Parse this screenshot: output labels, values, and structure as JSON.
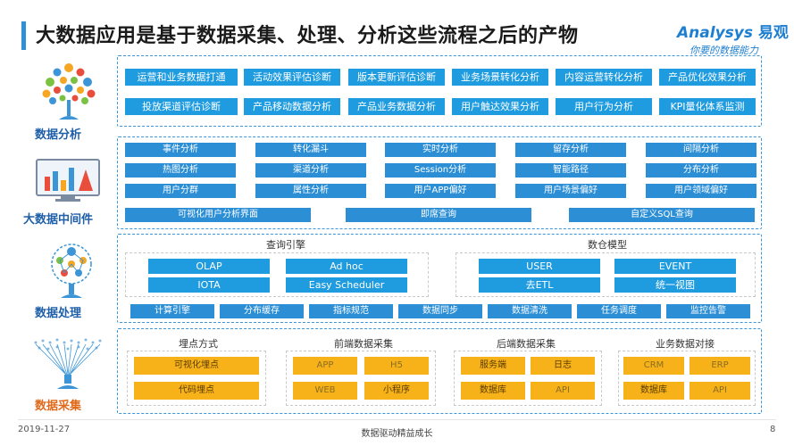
{
  "title": "大数据应用是基于数据采集、处理、分析这些流程之后的产物",
  "logo": {
    "main": "nalysys",
    "letter": "A",
    "cn": "易观",
    "sub": "你要的数据能力"
  },
  "colors": {
    "blue": "#2c8fd6",
    "light_blue": "#1f9be0",
    "yellow": "#f7b21a",
    "border": "#3b95d6"
  },
  "sections": {
    "analysis": {
      "label": "数据分析",
      "icon": "tree-network-icon",
      "rows": [
        [
          "运营和业务数据打通",
          "活动效果评估诊断",
          "版本更新评估诊断",
          "业务场景转化分析",
          "内容运营转化分析",
          "产品优化效果分析"
        ],
        [
          "投放渠道评估诊断",
          "产品移动数据分析",
          "产品业务数据分析",
          "用户触达效果分析",
          "用户行为分析",
          "KPI量化体系监测"
        ]
      ]
    },
    "middleware": {
      "label": "大数据中间件",
      "icon": "monitor-chart-icon",
      "rows": [
        [
          "事件分析",
          "转化漏斗",
          "实时分析",
          "留存分析",
          "间隔分析"
        ],
        [
          "热图分析",
          "渠道分析",
          "Session分析",
          "智能路径",
          "分布分析"
        ],
        [
          "用户分群",
          "属性分析",
          "用户APP偏好",
          "用户场景偏好",
          "用户领域偏好"
        ]
      ],
      "wide": [
        "可视化用户分析界面",
        "即席查询",
        "自定义SQL查询"
      ]
    },
    "processing": {
      "label": "数据处理",
      "icon": "head-network-icon",
      "query_engine": {
        "title": "查询引擎",
        "boxes": [
          "OLAP",
          "Ad hoc",
          "IOTA",
          "Easy Scheduler"
        ]
      },
      "warehouse": {
        "title": "数仓模型",
        "boxes": [
          "USER",
          "EVENT",
          "去ETL",
          "统一视图"
        ]
      },
      "bottom": [
        "计算引擎",
        "分布缓存",
        "指标规范",
        "数据同步",
        "数据清洗",
        "任务调度",
        "监控告警"
      ]
    },
    "collection": {
      "label": "数据采集",
      "icon": "funnel-icon",
      "groups": [
        {
          "title": "埋点方式",
          "items": [
            "可视化埋点",
            "代码埋点"
          ]
        },
        {
          "title": "前端数据采集",
          "items": [
            "APP",
            "H5",
            "WEB",
            "小程序"
          ]
        },
        {
          "title": "后端数据采集",
          "items": [
            "服务端",
            "日志",
            "数据库",
            "API"
          ]
        },
        {
          "title": "业务数据对接",
          "items": [
            "CRM",
            "ERP",
            "数据库",
            "API"
          ]
        }
      ]
    }
  },
  "footer": {
    "date": "2019-11-27",
    "center": "数据驱动精益成长",
    "page": "8"
  }
}
